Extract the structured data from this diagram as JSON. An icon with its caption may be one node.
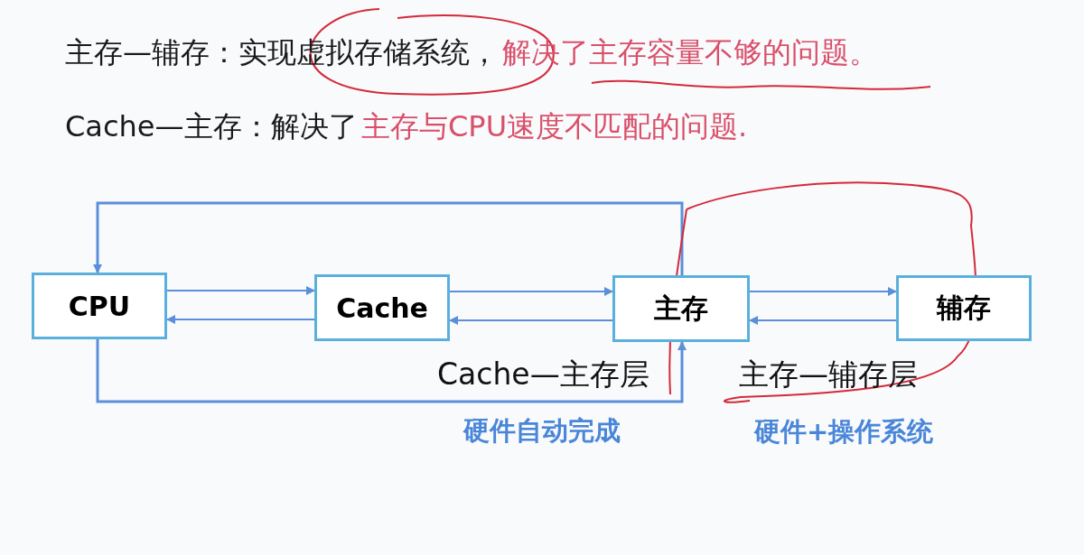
{
  "diagram": {
    "nodes": [
      {
        "text": [
          "CPU"
        ]
      },
      {
        "text": [
          "Cache"
        ]
      },
      {
        "text": [
          "主存"
        ]
      },
      {
        "text": [
          "辅存"
        ]
      }
    ],
    "edges": [
      {
        "from": 0,
        "to": 1,
        "arrow": "to"
      },
      {
        "from": 1,
        "to": 0,
        "arrow": "to"
      },
      {
        "from": 1,
        "to": 2,
        "arrow": "to"
      },
      {
        "from": 2,
        "to": 1,
        "arrow": "to"
      },
      {
        "from": 2,
        "to": 3,
        "arrow": "to"
      },
      {
        "from": 3,
        "to": 2,
        "arrow": "to"
      },
      {
        "from": 2,
        "to": 0,
        "arrow": "to"
      },
      {
        "from": 0,
        "to": 2,
        "arrow": "to"
      }
    ],
    "labels": [
      "主存—辅存：实现虚拟存储系统，",
      "解决了主存容量不够的问题。",
      "Cache—主存：解决了",
      "主存与CPU速度不匹配的问题.",
      "Cache—主存层",
      "主存—辅存层",
      "硬件自动完成",
      "硬件+操作系统"
    ]
  }
}
